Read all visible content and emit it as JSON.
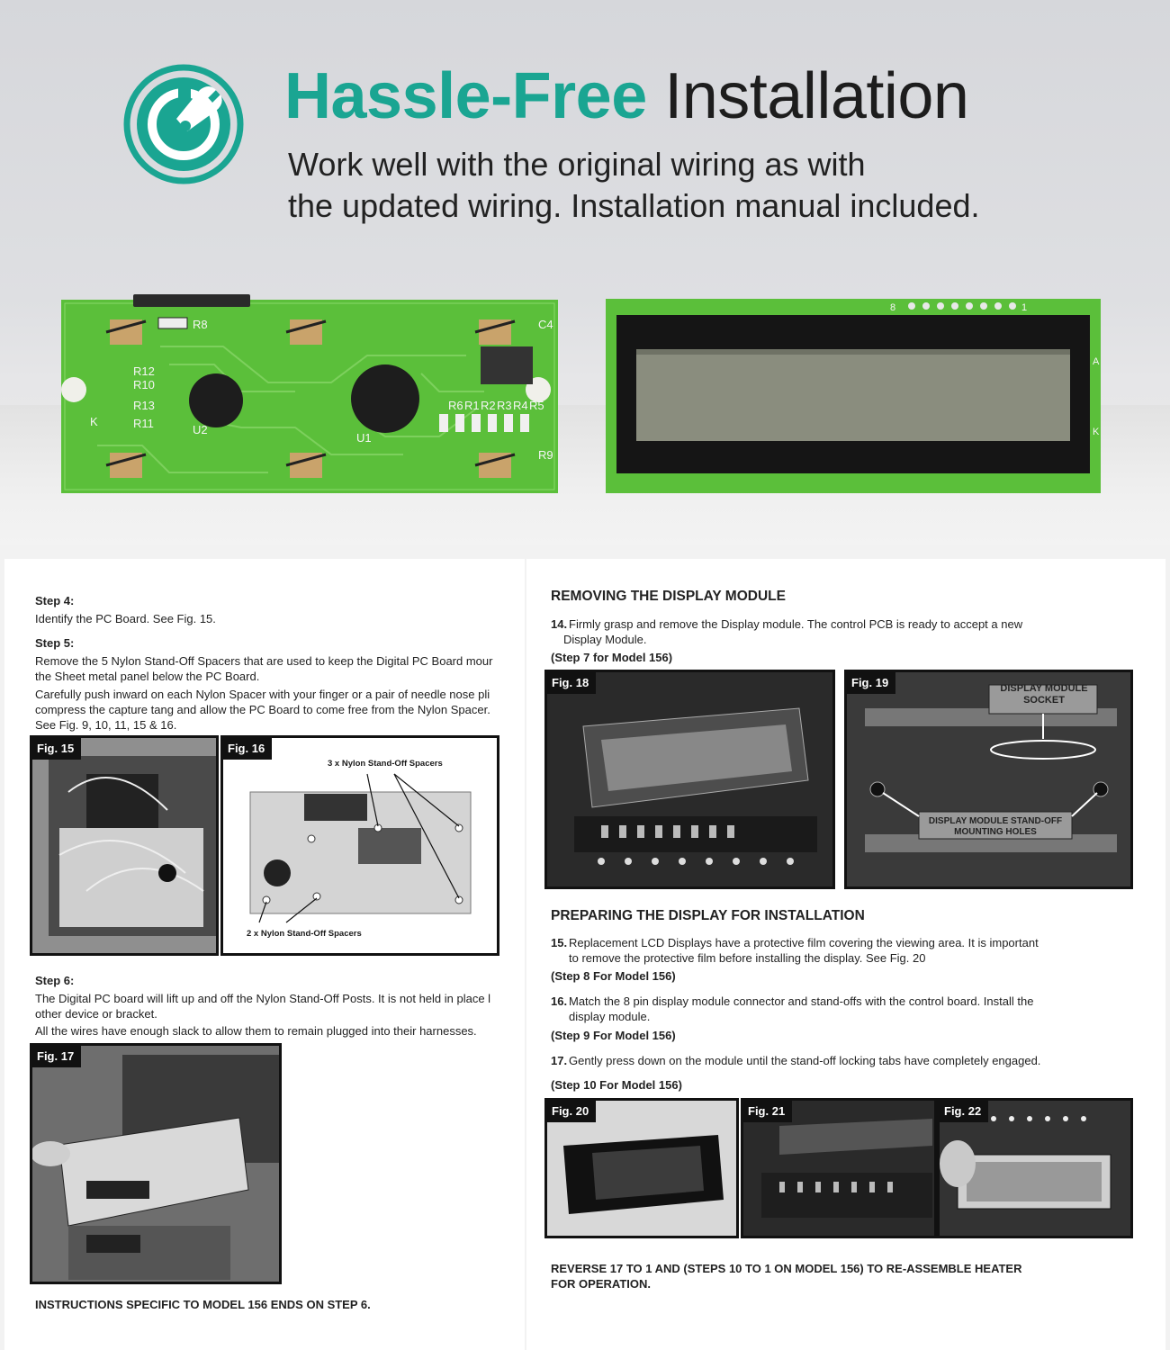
{
  "hero": {
    "title_accent": "Hassle-Free",
    "title_rest": "Installation",
    "subtitle_line1": "Work well with the original wiring as with",
    "subtitle_line2": "the updated wiring. Installation manual included.",
    "icon": "wrench-icon",
    "accent_color": "#1aa592"
  },
  "pcb_back": {
    "labels": [
      "R8",
      "R12",
      "R10",
      "R13",
      "R11",
      "U2",
      "U1",
      "C4",
      "R6",
      "R1",
      "R2",
      "R3",
      "R4",
      "R5",
      "R9",
      "K"
    ],
    "pcb_color": "#5bbf3a"
  },
  "pcb_front": {
    "labels": [
      "8",
      "1",
      "A",
      "K"
    ],
    "lcd_color": "#8a8d7e"
  },
  "manual_left": {
    "step4_title": "Step 4:",
    "step4_text": "Identify the PC Board. See Fig. 15.",
    "step5_title": "Step 5:",
    "step5_p1_l1": "Remove the 5 Nylon Stand-Off Spacers that are used to keep the Digital PC Board mour",
    "step5_p1_l2": "the Sheet metal panel below the PC Board.",
    "step5_p2_l1": "Carefully push inward on each Nylon Spacer with your finger or a pair of needle nose pli",
    "step5_p2_l2": "compress the capture tang and allow the PC Board to come free from the Nylon Spacer.",
    "step5_p2_l3": "See Fig. 9, 10, 11, 15 & 16.",
    "fig15": "Fig. 15",
    "fig16": "Fig. 16",
    "fig16_callout_top": "3 x Nylon Stand-Off Spacers",
    "fig16_callout_bottom": "2 x Nylon Stand-Off Spacers",
    "step6_title": "Step 6:",
    "step6_p1_l1": "The Digital PC board will lift up and off the Nylon Stand-Off Posts. It is not held in place l",
    "step6_p1_l2": "other device or bracket.",
    "step6_p2": "All the wires have enough slack to allow them to remain plugged into their harnesses.",
    "fig17": "Fig. 17",
    "footer": "INSTRUCTIONS SPECIFIC TO MODEL 156 ENDS ON STEP 6."
  },
  "manual_right": {
    "section1": "REMOVING THE DISPLAY MODULE",
    "step14_num": "14.",
    "step14_l1": "Firmly grasp and remove the Display module. The control PCB is ready to accept a new",
    "step14_l2": "Display Module.",
    "step7_model": "(Step 7 for Model 156)",
    "fig18": "Fig. 18",
    "fig19": "Fig. 19",
    "fig19_callout_top_l1": "DISPLAY MODULE",
    "fig19_callout_top_l2": "SOCKET",
    "fig19_callout_bottom_l1": "DISPLAY MODULE STAND-OFF",
    "fig19_callout_bottom_l2": "MOUNTING HOLES",
    "section2": "PREPARING THE DISPLAY FOR INSTALLATION",
    "step15_num": "15.",
    "step15_l1": "Replacement LCD Displays have a protective film covering the viewing area. It is important",
    "step15_l2": "to remove the protective film before installing the display. See Fig. 20",
    "step8_model": "(Step 8 For Model 156)",
    "step16_num": "16.",
    "step16_l1": "Match the 8 pin display module connector and stand-offs with the control board. Install the",
    "step16_l2": "display module.",
    "step9_model": "(Step 9 For Model 156)",
    "step17_num": "17.",
    "step17_l1": "Gently press down on the module until the stand-off locking tabs have completely engaged.",
    "step10_model": "(Step 10 For Model 156)",
    "fig20": "Fig. 20",
    "fig21": "Fig. 21",
    "fig22": "Fig. 22",
    "footer_l1": "REVERSE 17 TO 1 AND (STEPS 10 TO 1 ON MODEL 156) TO RE-ASSEMBLE HEATER",
    "footer_l2": "FOR OPERATION."
  }
}
